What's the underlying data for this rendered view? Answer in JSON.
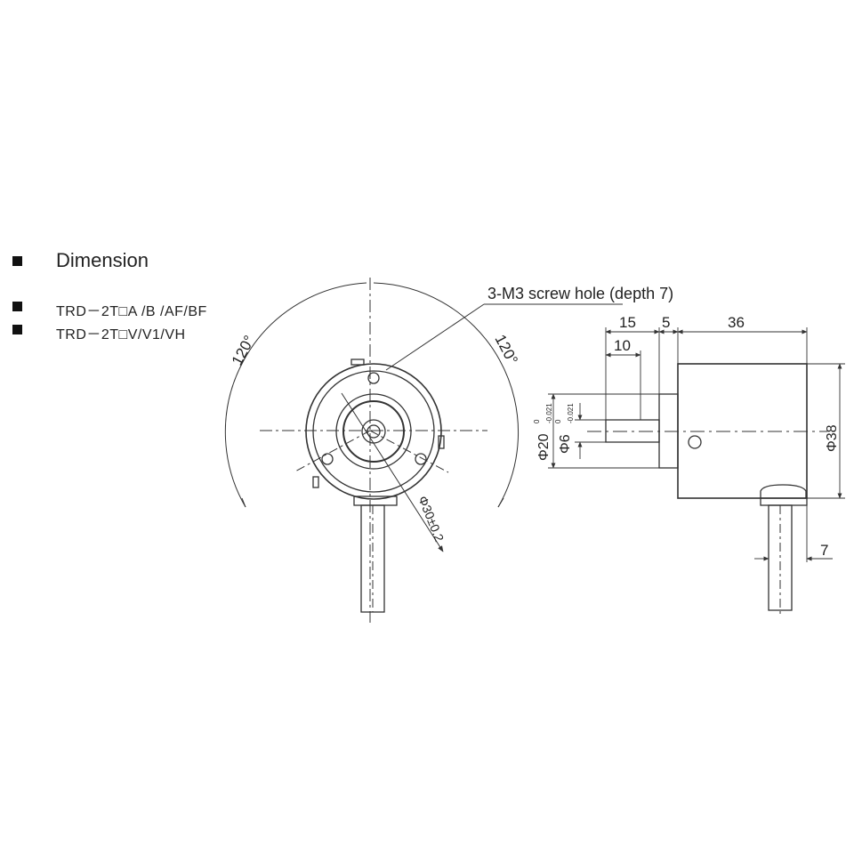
{
  "section": {
    "title": "Dimension",
    "models": [
      "TRD－2T□A /B /AF/BF",
      "TRD－2T□V/V1/VH"
    ]
  },
  "front_view": {
    "angle_left": "120°",
    "angle_right": "120°",
    "diameter": "Φ30±0.2"
  },
  "side_view": {
    "screw_note": "3-M3 screw hole (depth 7)",
    "dim_15": "15",
    "dim_5": "5",
    "dim_36": "36",
    "dim_10": "10",
    "dim_7": "7",
    "phi20": "Φ20",
    "phi20_tol_upper": "0",
    "phi20_tol_lower": "-0.021",
    "phi6": "Φ6",
    "phi6_tol_upper": "0",
    "phi6_tol_lower": "-0.021",
    "phi38": "Φ38"
  }
}
